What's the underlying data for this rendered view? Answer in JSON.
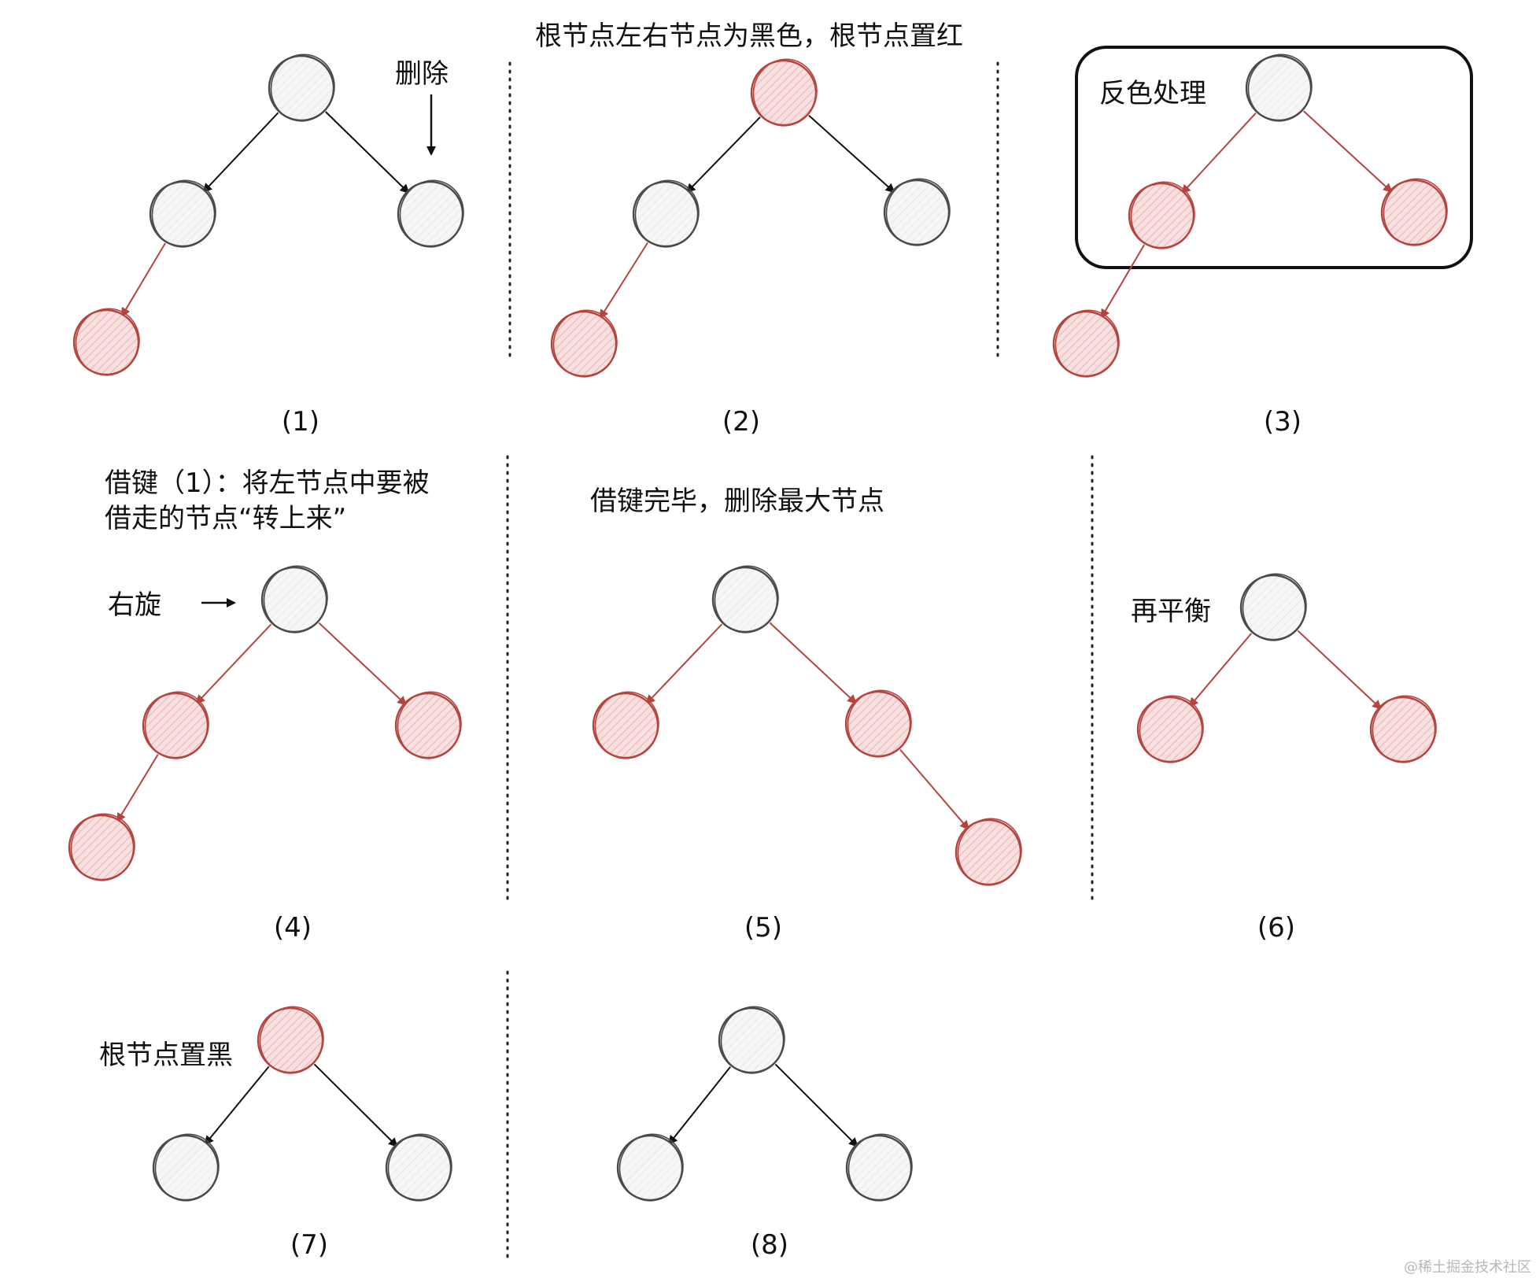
{
  "panels": [
    {
      "caption": "(1)",
      "note": "删除"
    },
    {
      "caption": "(2)",
      "note": "根节点左右节点为黑色，根节点置红"
    },
    {
      "caption": "(3)",
      "note": "反色处理"
    },
    {
      "caption": "(4)",
      "note_line1": "借键（1）：将左节点中要被",
      "note_line2": "借走的节点“转上来”",
      "rotate_label": "右旋"
    },
    {
      "caption": "(5)",
      "note": "借键完毕，删除最大节点"
    },
    {
      "caption": "(6)",
      "note": "再平衡"
    },
    {
      "caption": "(7)",
      "note": "根节点置黑"
    },
    {
      "caption": "(8)"
    }
  ],
  "watermark": "@稀土掘金技术社区",
  "colors": {
    "black_node": "#4a4a4a",
    "red_node": "#b5443f",
    "red_fill": "#f3d6d5",
    "black_fill": "#f5f5f5",
    "divider": "#222222"
  }
}
